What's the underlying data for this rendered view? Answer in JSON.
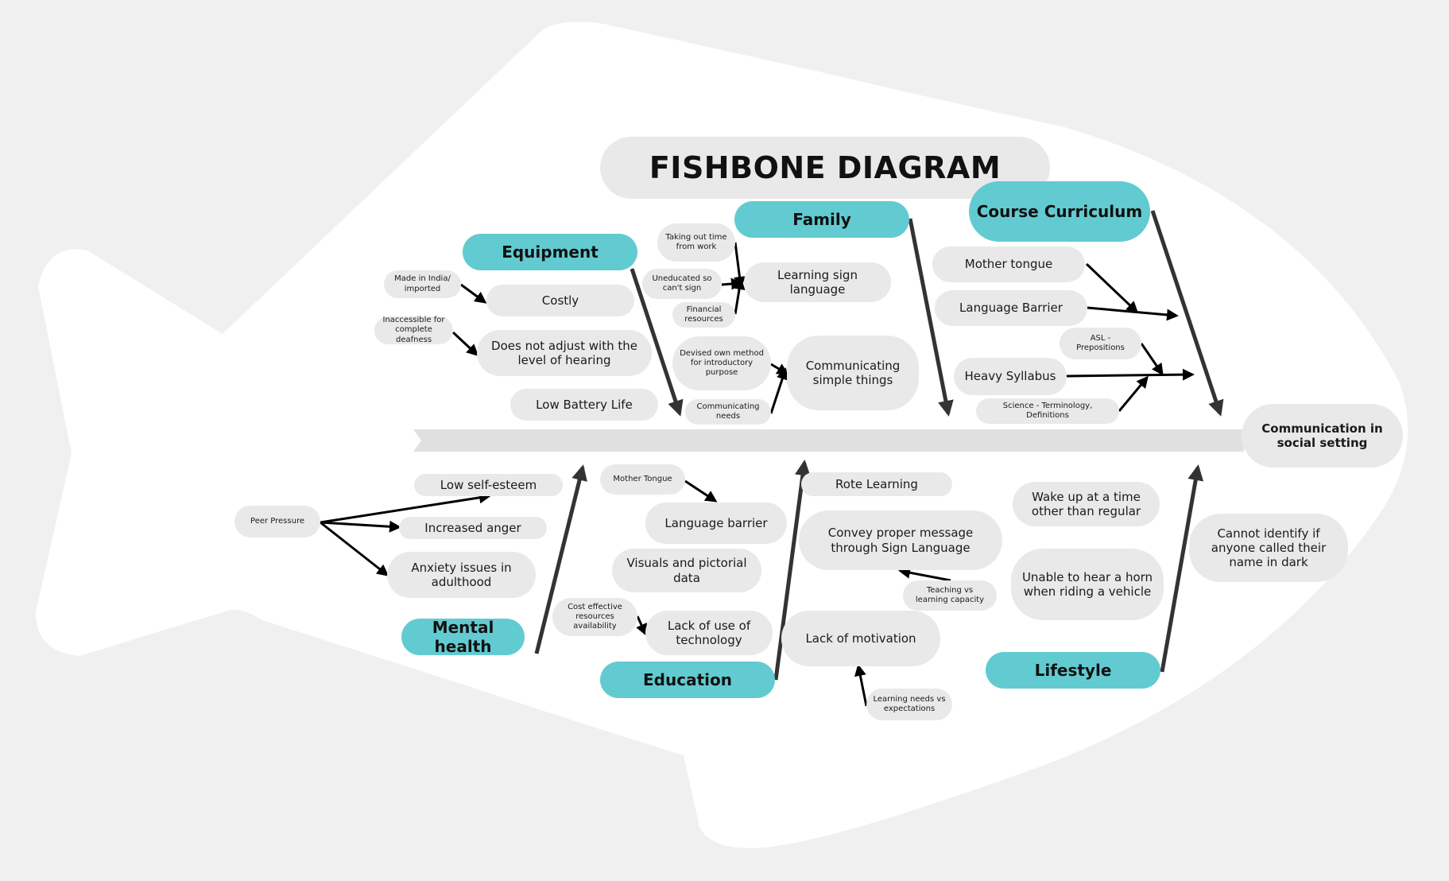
{
  "title": "FISHBONE DIAGRAM",
  "effect": "Communication in social setting",
  "categories": {
    "equipment": "Equipment",
    "family": "Family",
    "course_curriculum": "Course Curriculum",
    "mental_health": "Mental health",
    "education": "Education",
    "lifestyle": "Lifestyle"
  },
  "equipment": {
    "made_in_india": "Made in India/ imported",
    "costly": "Costly",
    "inaccessible": "Inaccessible for complete deafness",
    "not_adjust": "Does not adjust with the level of hearing",
    "low_battery": "Low Battery Life"
  },
  "family": {
    "time_from_work": "Taking out time from work",
    "uneducated": "Uneducated so can't sign",
    "financial": "Financial resources",
    "learning_sign": "Learning sign language",
    "devised_method": "Devised own method for introductory purpose",
    "communicating_needs": "Communicating needs",
    "communicating_simple": "Communicating simple things"
  },
  "course": {
    "mother_tongue": "Mother tongue",
    "language_barrier": "Language Barrier",
    "asl_prepositions": "ASL - Prepositions",
    "heavy_syllabus": "Heavy Syllabus",
    "science_terms": "Science - Terminology, Definitions"
  },
  "mental": {
    "low_self_esteem": "Low self-esteem",
    "peer_pressure": "Peer Pressure",
    "increased_anger": "Increased anger",
    "anxiety": "Anxiety issues in adulthood"
  },
  "education": {
    "mother_tongue": "Mother Tongue",
    "language_barrier": "Language barrier",
    "visuals": "Visuals and pictorial data",
    "cost_effective": "Cost effective resources availability",
    "lack_technology": "Lack of use of technology",
    "rote_learning": "Rote Learning",
    "convey_message": "Convey proper message through Sign Language",
    "teaching_vs_learning": "Teaching vs learning capacity",
    "lack_motivation": "Lack of motivation",
    "learning_needs": "Learning needs vs expectations"
  },
  "lifestyle": {
    "wake_up": "Wake up at a time other than regular",
    "horn": "Unable to hear a horn when riding a vehicle",
    "name_dark": "Cannot identify if anyone called their name in dark"
  },
  "colors": {
    "background": "#f0f0f0",
    "fish": "#ffffff",
    "category": "#62cbd1",
    "node": "#e9e9e9",
    "spine": "#e0e0e0",
    "bone": "#333333",
    "arrow": "#000000"
  }
}
